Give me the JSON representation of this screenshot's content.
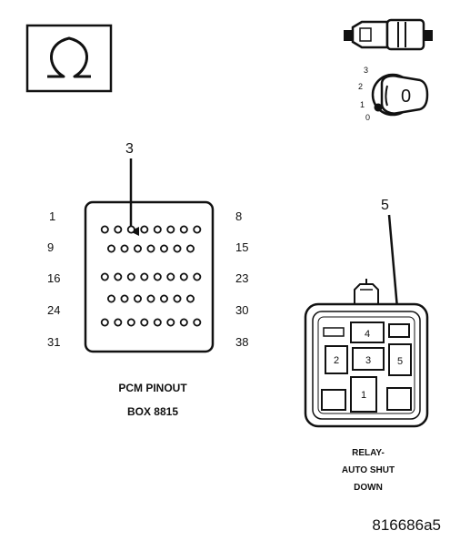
{
  "ohm_symbol": "Ω",
  "key_position_labels": [
    "3",
    "2",
    "1",
    "0"
  ],
  "key_number": "0",
  "pcm": {
    "callout": "3",
    "row_left_labels": [
      "1",
      "9",
      "16",
      "24",
      "31"
    ],
    "row_right_labels": [
      "8",
      "15",
      "23",
      "30",
      "38"
    ],
    "row_pin_counts": [
      8,
      7,
      8,
      7,
      8
    ],
    "caption_line1": "PCM PINOUT",
    "caption_line2": "BOX 8815"
  },
  "relay": {
    "callout": "5",
    "terminals": [
      "4",
      "2",
      "3",
      "5",
      "1"
    ],
    "caption_line1": "RELAY-",
    "caption_line2": "AUTO SHUT",
    "caption_line3": "DOWN"
  },
  "figure_id": "816686a5"
}
